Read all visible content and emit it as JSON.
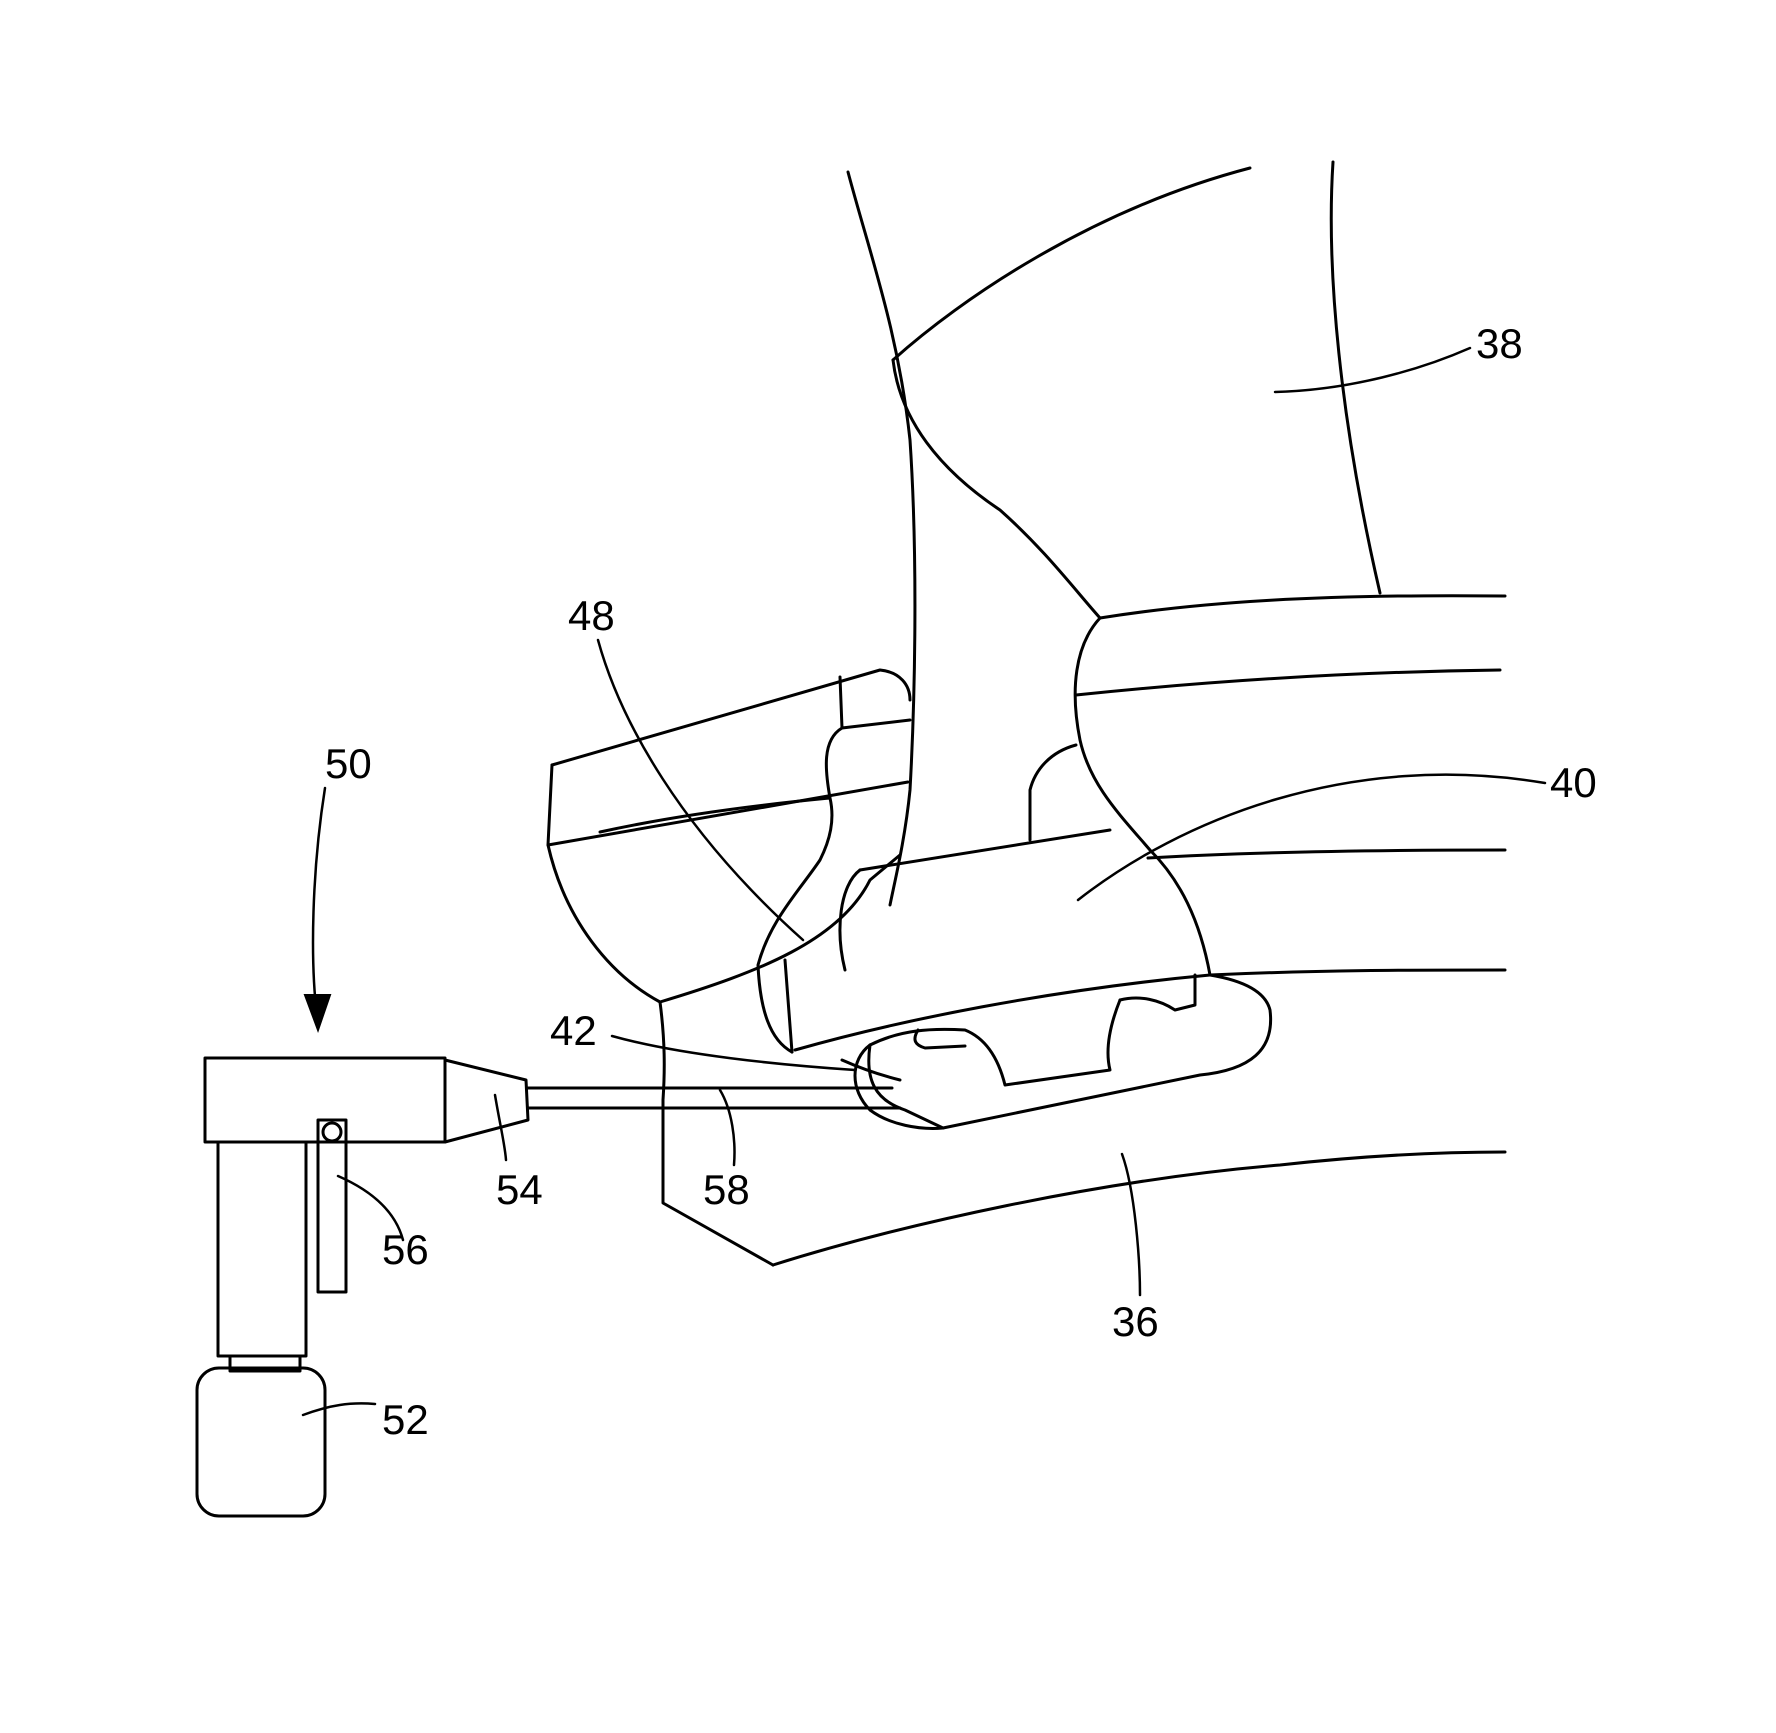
{
  "colors": {
    "line": "#000000",
    "background": "#ffffff"
  },
  "labels": {
    "l36": "36",
    "l38": "38",
    "l40": "40",
    "l42": "42",
    "l48": "48",
    "l50": "50",
    "l52": "52",
    "l54": "54",
    "l56": "56",
    "l58": "58"
  }
}
